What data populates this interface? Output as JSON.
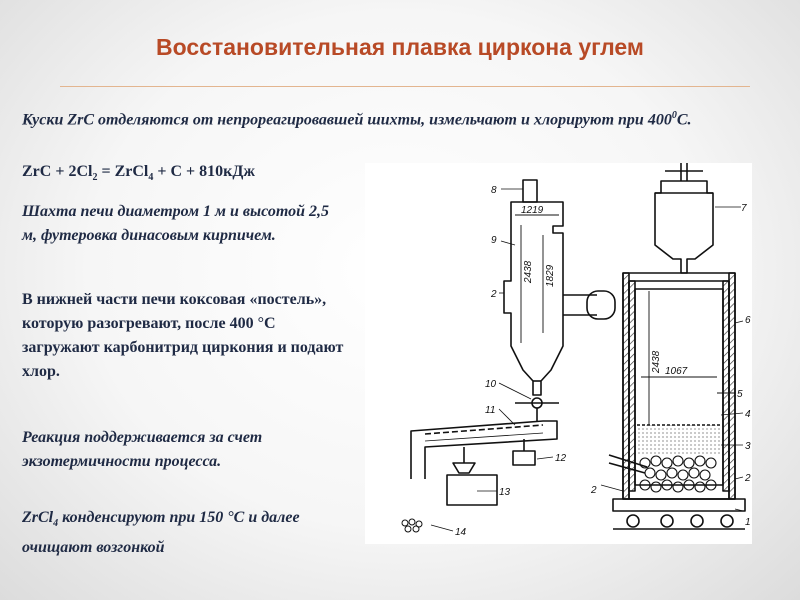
{
  "slide": {
    "title": "Восстановительная плавка циркона углем",
    "p1": "Куски ZrC отделяются от непрореагировавшей шихты, измельчают и хлорируют при 400",
    "p1_sup": "0",
    "p1_end": "С.",
    "eq_a": "ZrC + 2Cl",
    "eq_sub1": "2",
    "eq_b": " = ZrCl",
    "eq_sub2": "4",
    "eq_c": " + C + 810кДж",
    "p2": "Шахта печи диаметром 1 м и высотой 2,5 м, футеровка динасовым кирпичем.",
    "p3": "В нижней части печи коксовая «постель», которую разогревают, после 400 °С загружают карбонитрид циркония и подают хлор.",
    "p4": "Реакция поддерживается за счет экзотермичности процесса.",
    "p5_a": "ZrCl",
    "p5_sub": "4",
    "p5_b": " конденсируют при 150 °С и далее очищают возгонкой"
  },
  "diagram": {
    "labels": [
      "1",
      "2",
      "2",
      "2",
      "3",
      "4",
      "5",
      "6",
      "7",
      "8",
      "9",
      "10",
      "11",
      "12",
      "13",
      "14"
    ],
    "dimensions": [
      "1219",
      "2438",
      "1829",
      "2438",
      "1067"
    ]
  }
}
